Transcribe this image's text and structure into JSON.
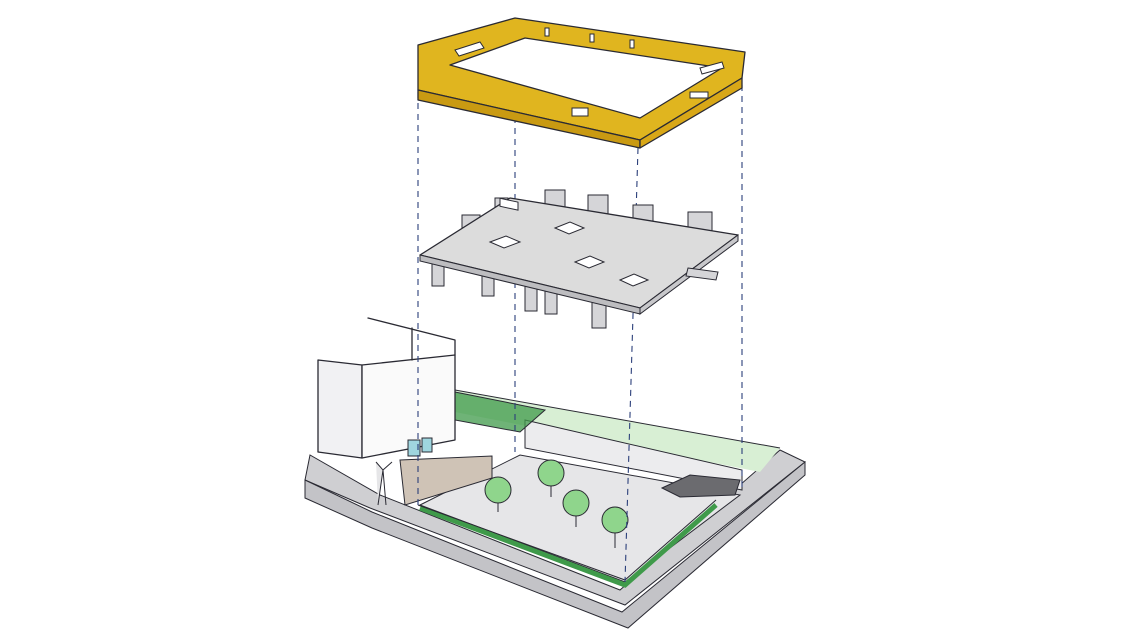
{
  "diagram": {
    "kind": "exploded-axonometric-sketch",
    "layers": [
      {
        "name": "roof-frame",
        "color": "#e0b51f"
      },
      {
        "name": "floor-slab",
        "color": "#dcdcdc"
      },
      {
        "name": "site-ground",
        "color": "#cfcfd2"
      }
    ],
    "colors": {
      "ink": "#2a2a33",
      "projection_lines": "#2b3f7a",
      "roof_frame": "#e0b51f",
      "roof_frame_shade": "#c99a12",
      "slab": "#dcdcdc",
      "site": "#cfcfd2",
      "grass": "#d8efd4",
      "hedge": "#3f9a4a",
      "trees": "#8fd58c",
      "ramp": "#cfc3b6",
      "glazing": "#9fd6df"
    },
    "trees": 5,
    "slab_openings": 5
  }
}
